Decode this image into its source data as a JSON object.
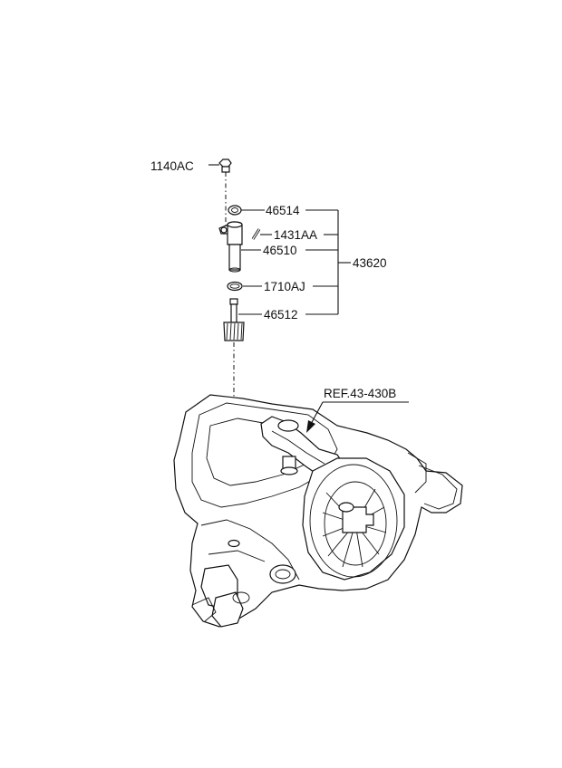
{
  "labels": {
    "p1140ac": "1140AC",
    "p46514": "46514",
    "p1431aa": "1431AA",
    "p46510": "46510",
    "p43620": "43620",
    "p1710aj": "1710AJ",
    "p46512": "46512",
    "ref": "REF.43-430B"
  }
}
